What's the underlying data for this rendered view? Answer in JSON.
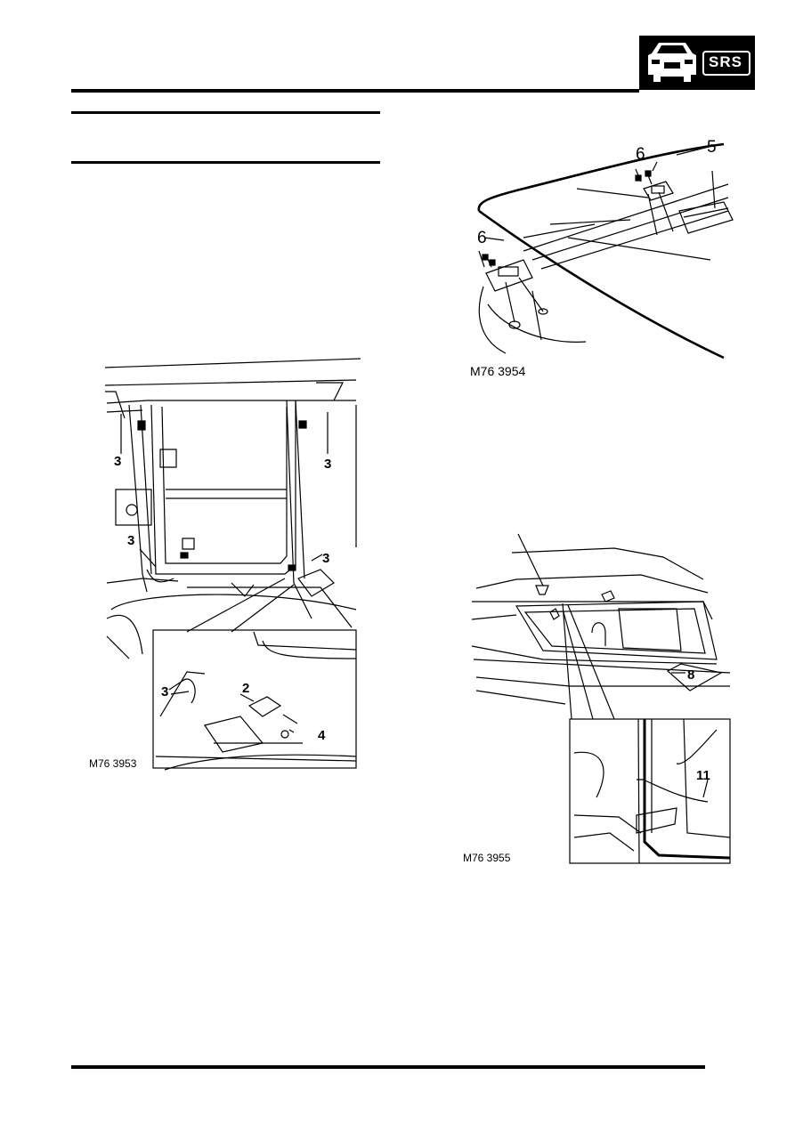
{
  "header": {
    "badge_text": "SRS",
    "badge_icon": "car-front-icon"
  },
  "figures": [
    {
      "label": "M76 3953",
      "callouts": [
        "3",
        "3",
        "3",
        "3",
        "3",
        "2",
        "4"
      ]
    },
    {
      "label": "M76 3954",
      "callouts": [
        "5",
        "6",
        "6"
      ]
    },
    {
      "label": "M76 3955",
      "callouts": [
        "8",
        "11"
      ]
    }
  ],
  "colors": {
    "ink": "#000000",
    "paper": "#ffffff"
  }
}
